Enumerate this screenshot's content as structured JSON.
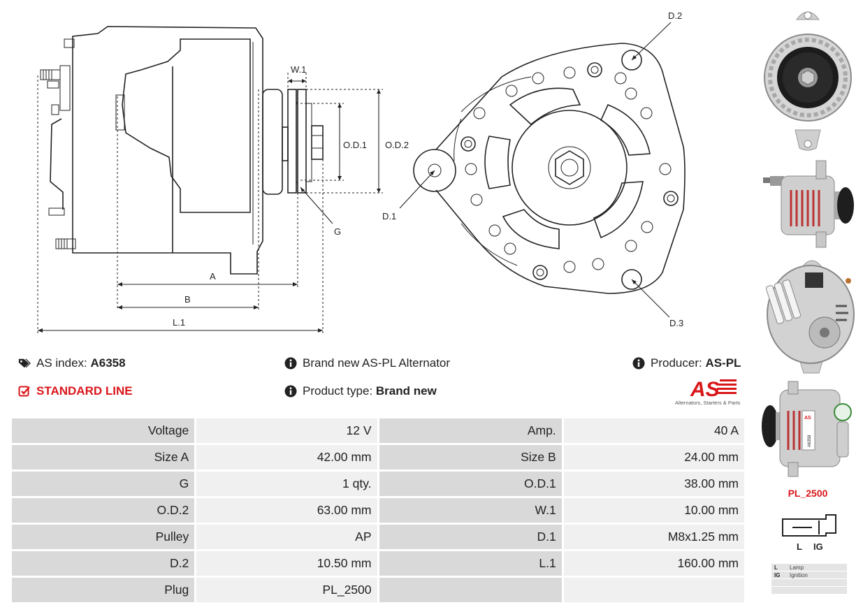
{
  "drawing": {
    "labels": {
      "w1": "W.1",
      "od1": "O.D.1",
      "od2": "O.D.2",
      "g": "G",
      "a": "A",
      "b": "B",
      "l1": "L.1",
      "d1": "D.1",
      "d2": "D.2",
      "d3": "D.3"
    }
  },
  "info": {
    "as_index_label": "AS index:",
    "as_index_value": "A6358",
    "line": "STANDARD LINE",
    "description": "Brand new AS-PL Alternator",
    "product_type_label": "Product type:",
    "product_type_value": "Brand new",
    "producer_label": "Producer:",
    "producer_value": "AS-PL"
  },
  "logo": {
    "mark": "AS",
    "tagline": "Alternators, Starters & Parts",
    "color": "#d9161a"
  },
  "specs": [
    {
      "l1": "Voltage",
      "v1": "12 V",
      "l2": "Amp.",
      "v2": "40 A"
    },
    {
      "l1": "Size A",
      "v1": "42.00 mm",
      "l2": "Size B",
      "v2": "24.00 mm"
    },
    {
      "l1": "G",
      "v1": "1 qty.",
      "l2": "O.D.1",
      "v2": "38.00 mm"
    },
    {
      "l1": "O.D.2",
      "v1": "63.00 mm",
      "l2": "W.1",
      "v2": "10.00 mm"
    },
    {
      "l1": "Pulley",
      "v1": "AP",
      "l2": "D.1",
      "v2": "M8x1.25 mm"
    },
    {
      "l1": "D.2",
      "v1": "10.50 mm",
      "l2": "L.1",
      "v2": "160.00 mm"
    },
    {
      "l1": "Plug",
      "v1": "PL_2500",
      "l2": "",
      "v2": ""
    }
  ],
  "plug": {
    "name": "PL_2500",
    "pin_l": "L",
    "pin_ig": "IG",
    "legend": [
      {
        "k": "L",
        "v": "Lamp"
      },
      {
        "k": "IG",
        "v": "Ignition"
      },
      {
        "k": "",
        "v": ""
      },
      {
        "k": "",
        "v": ""
      }
    ]
  },
  "photo_labels": {
    "label_brand": "AS",
    "label_code": "A6358"
  },
  "colors": {
    "accent_red": "#d9161a",
    "table_label_bg": "#d9d9d9",
    "table_value_bg": "#f0f0f0"
  }
}
